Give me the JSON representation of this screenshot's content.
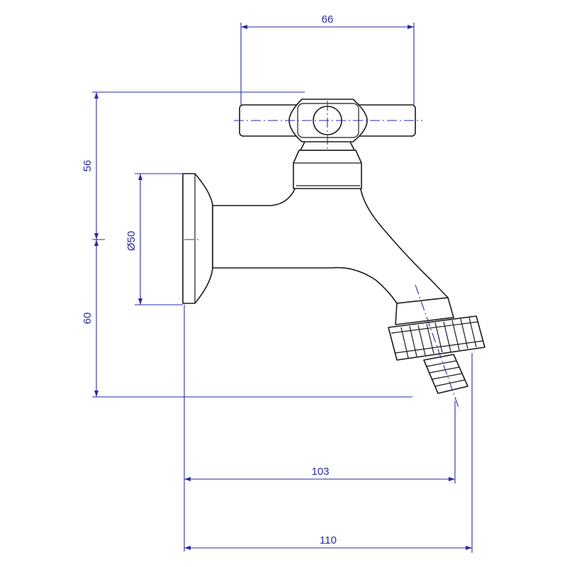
{
  "dimensions": {
    "handle_width": "66",
    "upper_height": "56",
    "lower_height": "60",
    "flange_diameter": "50",
    "diameter_symbol": "Ø",
    "spout_reach": "103",
    "total_reach": "110"
  },
  "colors": {
    "dimension_lines": "#2a2aa8",
    "outline": "#1a1a1a",
    "background": "#ffffff"
  }
}
